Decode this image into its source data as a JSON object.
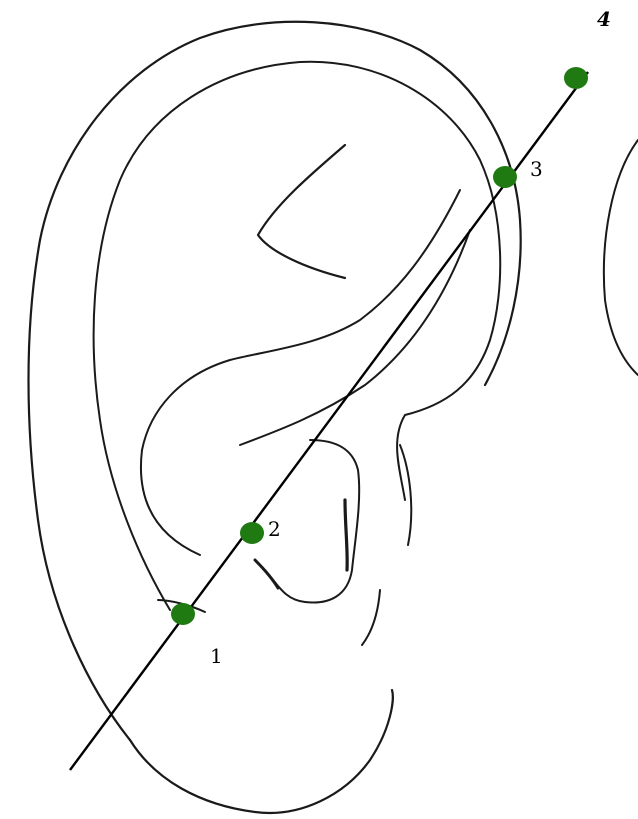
{
  "diagram": {
    "points": [
      {
        "id": "p1",
        "label": "1"
      },
      {
        "id": "p2",
        "label": "2"
      },
      {
        "id": "p3",
        "label": "3"
      },
      {
        "id": "p4",
        "label": "4"
      }
    ],
    "colors": {
      "point": "#1f7a12",
      "line": "#000000",
      "outline": "#1a1a1a",
      "background": "#ffffff"
    }
  }
}
